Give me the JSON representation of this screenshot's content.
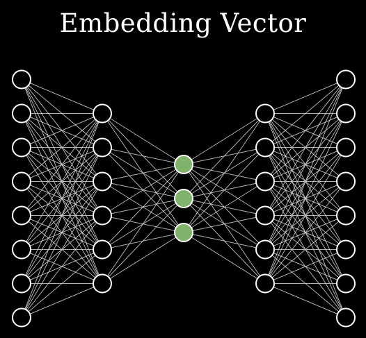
{
  "diagram": {
    "title": "Embedding Vector",
    "type": "autoencoder-neural-network",
    "layers": [
      {
        "name": "input-layer",
        "nodes": 8,
        "fill": "#000000"
      },
      {
        "name": "encoder-hidden-layer",
        "nodes": 6,
        "fill": "#000000"
      },
      {
        "name": "embedding-layer",
        "nodes": 3,
        "fill": "#7fb26b"
      },
      {
        "name": "decoder-hidden-layer",
        "nodes": 6,
        "fill": "#000000"
      },
      {
        "name": "output-layer",
        "nodes": 8,
        "fill": "#000000"
      }
    ],
    "connectivity": "fully-connected",
    "colors": {
      "background": "#000000",
      "node_stroke": "#ffffff",
      "edge": "#cfcfcf",
      "embedding_fill": "#7fb26b"
    }
  }
}
